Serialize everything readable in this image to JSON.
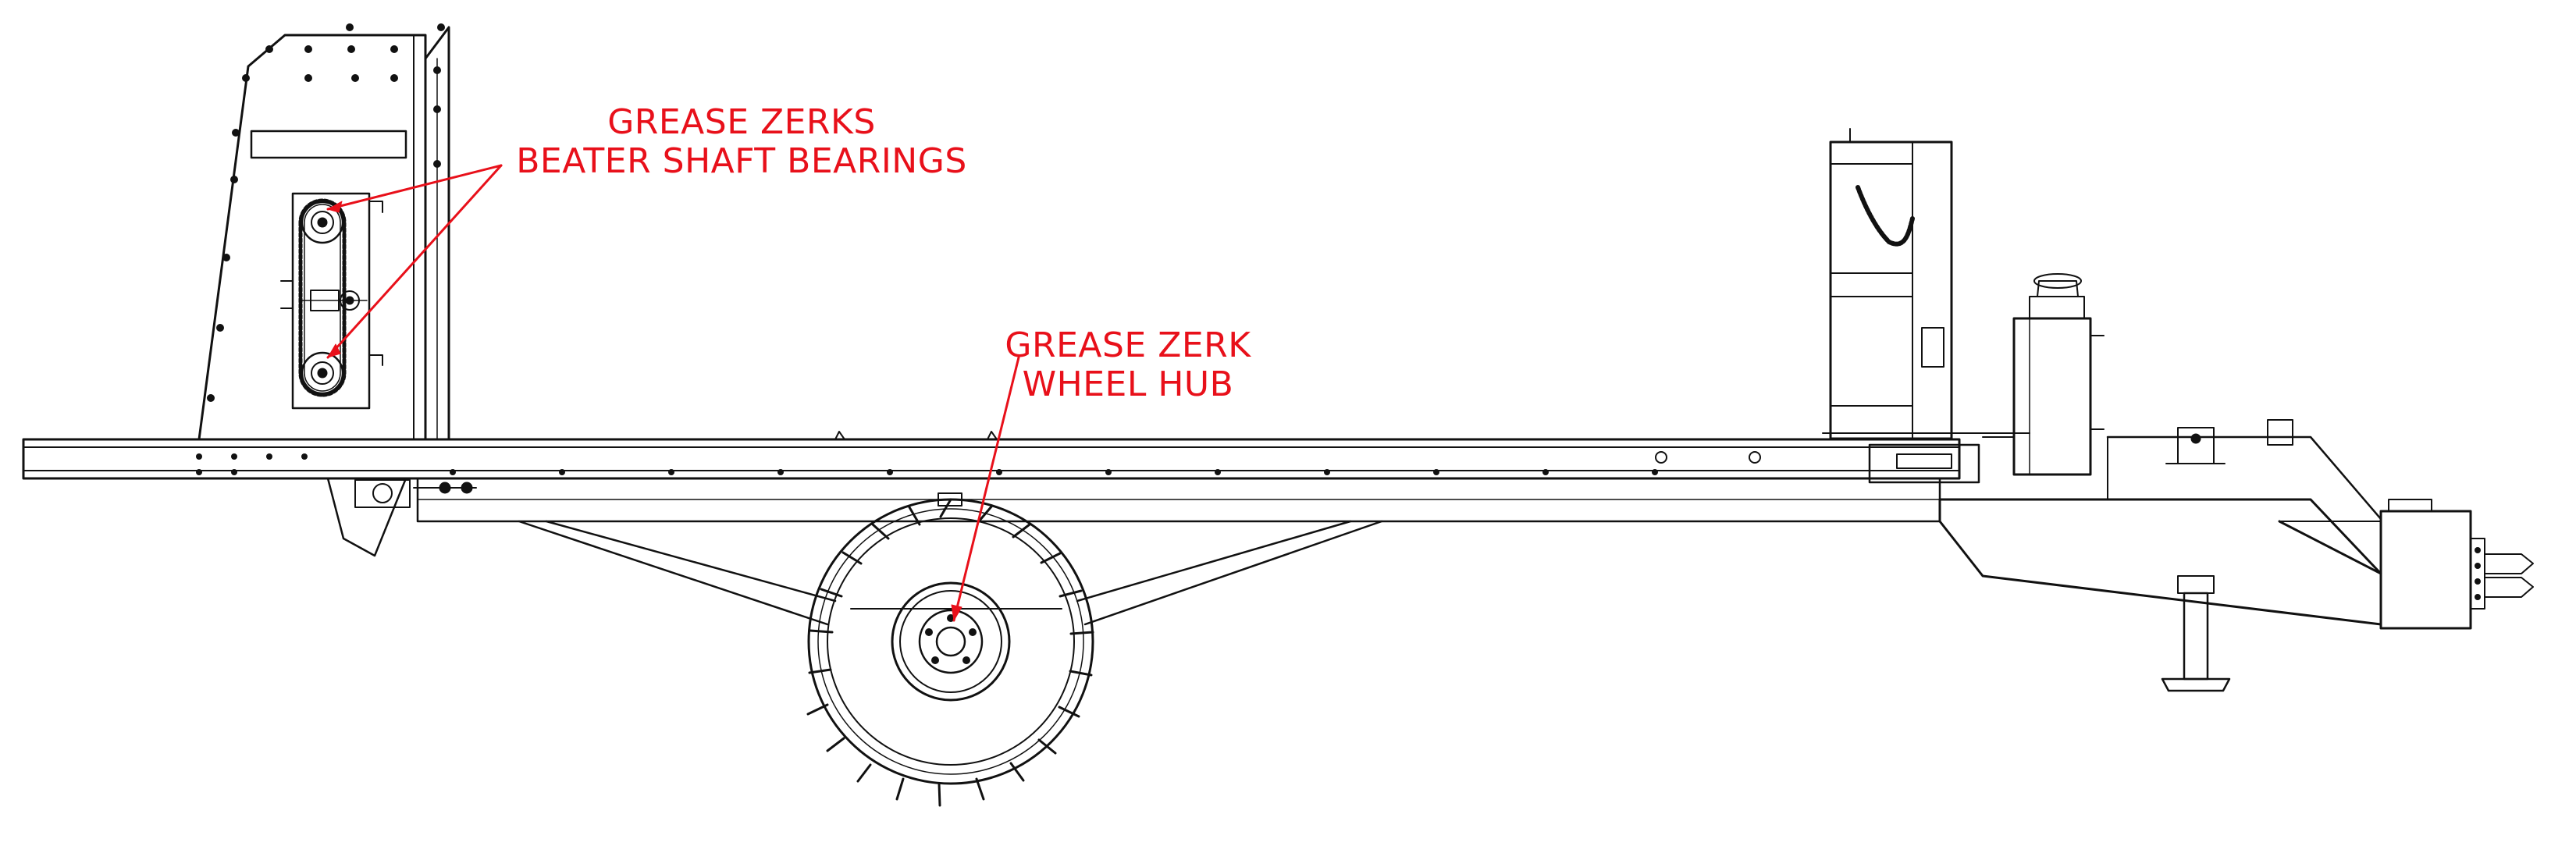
{
  "colors": {
    "background": "#ffffff",
    "linework": "#111111",
    "callout": "#e8101a"
  },
  "callouts": {
    "beater": {
      "line1": "GREASE ZERKS",
      "line2": "BEATER SHAFT BEARINGS"
    },
    "wheel": {
      "line1": "GREASE ZERK",
      "line2": "WHEEL HUB"
    }
  }
}
